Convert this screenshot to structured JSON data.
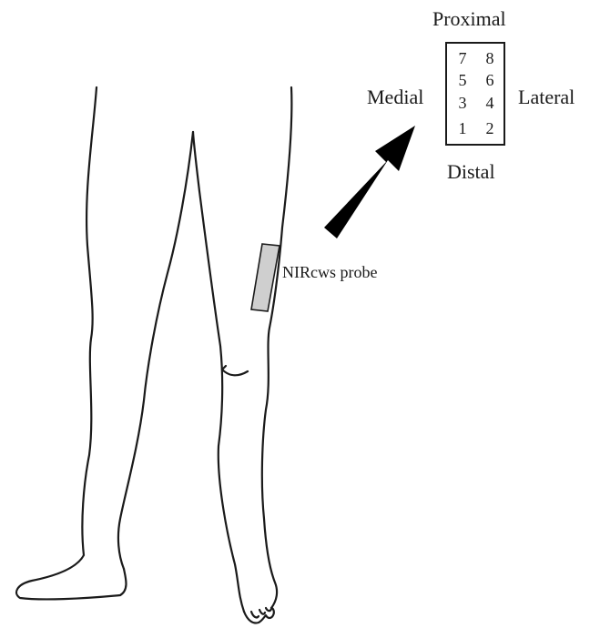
{
  "diagram": {
    "orientation": {
      "proximal": "Proximal",
      "medial": "Medial",
      "lateral": "Lateral",
      "distal": "Distal"
    },
    "channel_grid": {
      "rows": [
        [
          "7",
          "8"
        ],
        [
          "5",
          "6"
        ],
        [
          "3",
          "4"
        ],
        [
          "1",
          "2"
        ]
      ]
    },
    "probe_label": "NIRcws probe",
    "colors": {
      "line": "#1a1a1a",
      "probe_fill": "#cfcfcf",
      "arrow": "#000000"
    },
    "icons": [
      "leg-outline-icon",
      "arrow-icon",
      "probe-icon"
    ]
  }
}
